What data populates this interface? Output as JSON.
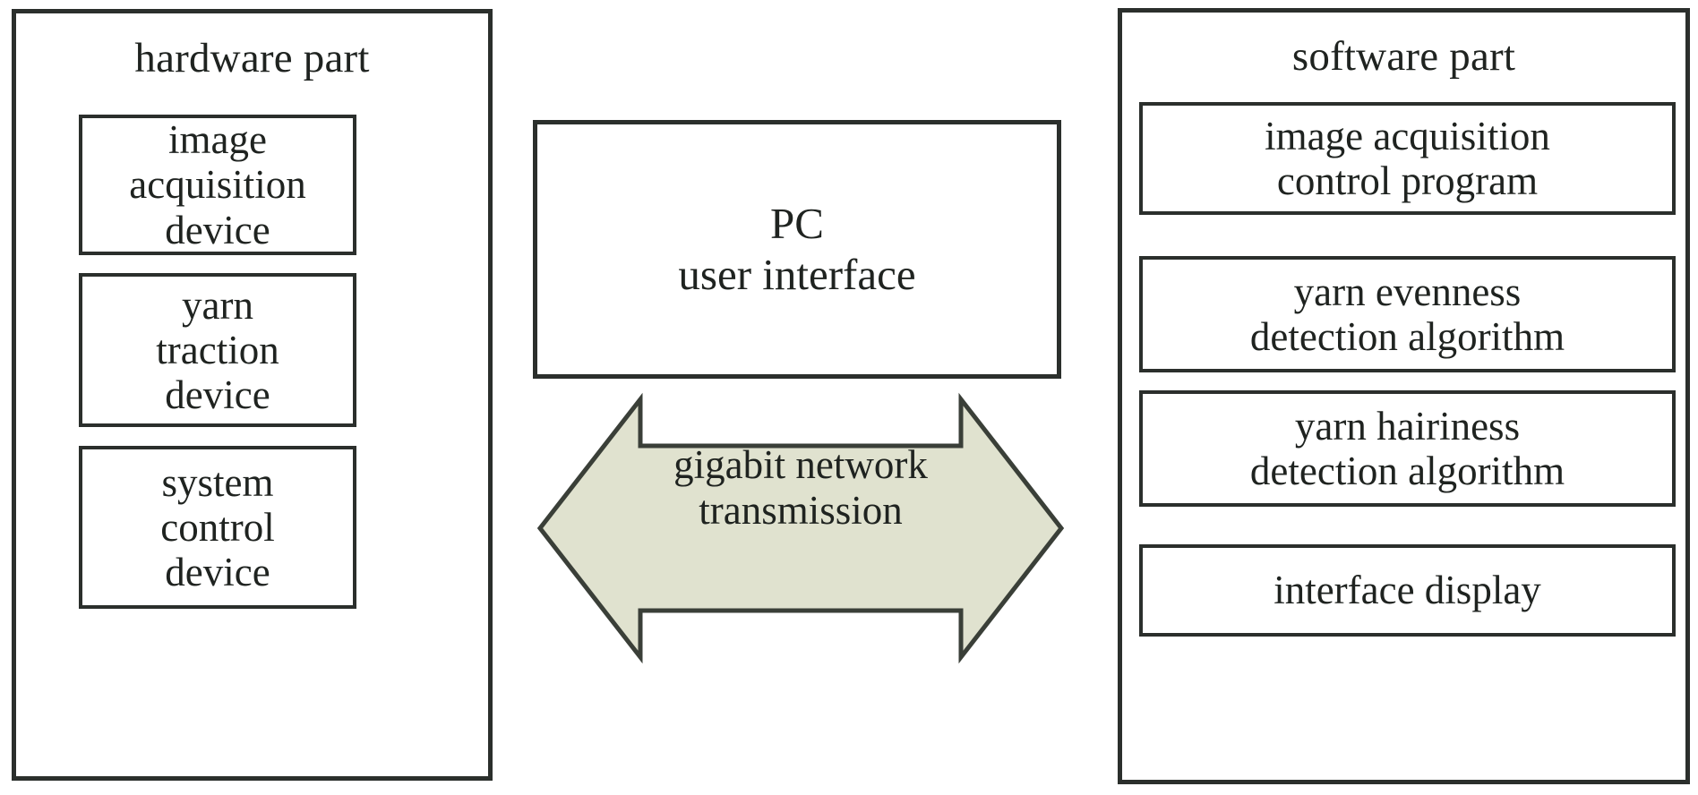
{
  "diagram": {
    "type": "block-diagram",
    "colors": {
      "stroke": "#2b2f2c",
      "text": "#1f2320",
      "background": "#ffffff",
      "arrow_fill": "#e0e2cf",
      "arrow_stroke": "#3a3f38"
    },
    "hardware": {
      "title": "hardware part",
      "nodes": [
        {
          "label": "image\nacquisition\ndevice"
        },
        {
          "label": "yarn\ntraction\ndevice"
        },
        {
          "label": "system\ncontrol\ndevice"
        }
      ]
    },
    "center": {
      "pc": {
        "label": "PC\nuser interface"
      },
      "arrow": {
        "label": "gigabit network\ntransmission",
        "direction": "bidirectional",
        "icon": "double-headed-arrow-icon"
      }
    },
    "software": {
      "title": "software part",
      "nodes": [
        {
          "label": "image acquisition\ncontrol program"
        },
        {
          "label": "yarn evenness\ndetection algorithm"
        },
        {
          "label": "yarn hairiness\ndetection algorithm"
        },
        {
          "label": "interface display"
        }
      ]
    }
  }
}
